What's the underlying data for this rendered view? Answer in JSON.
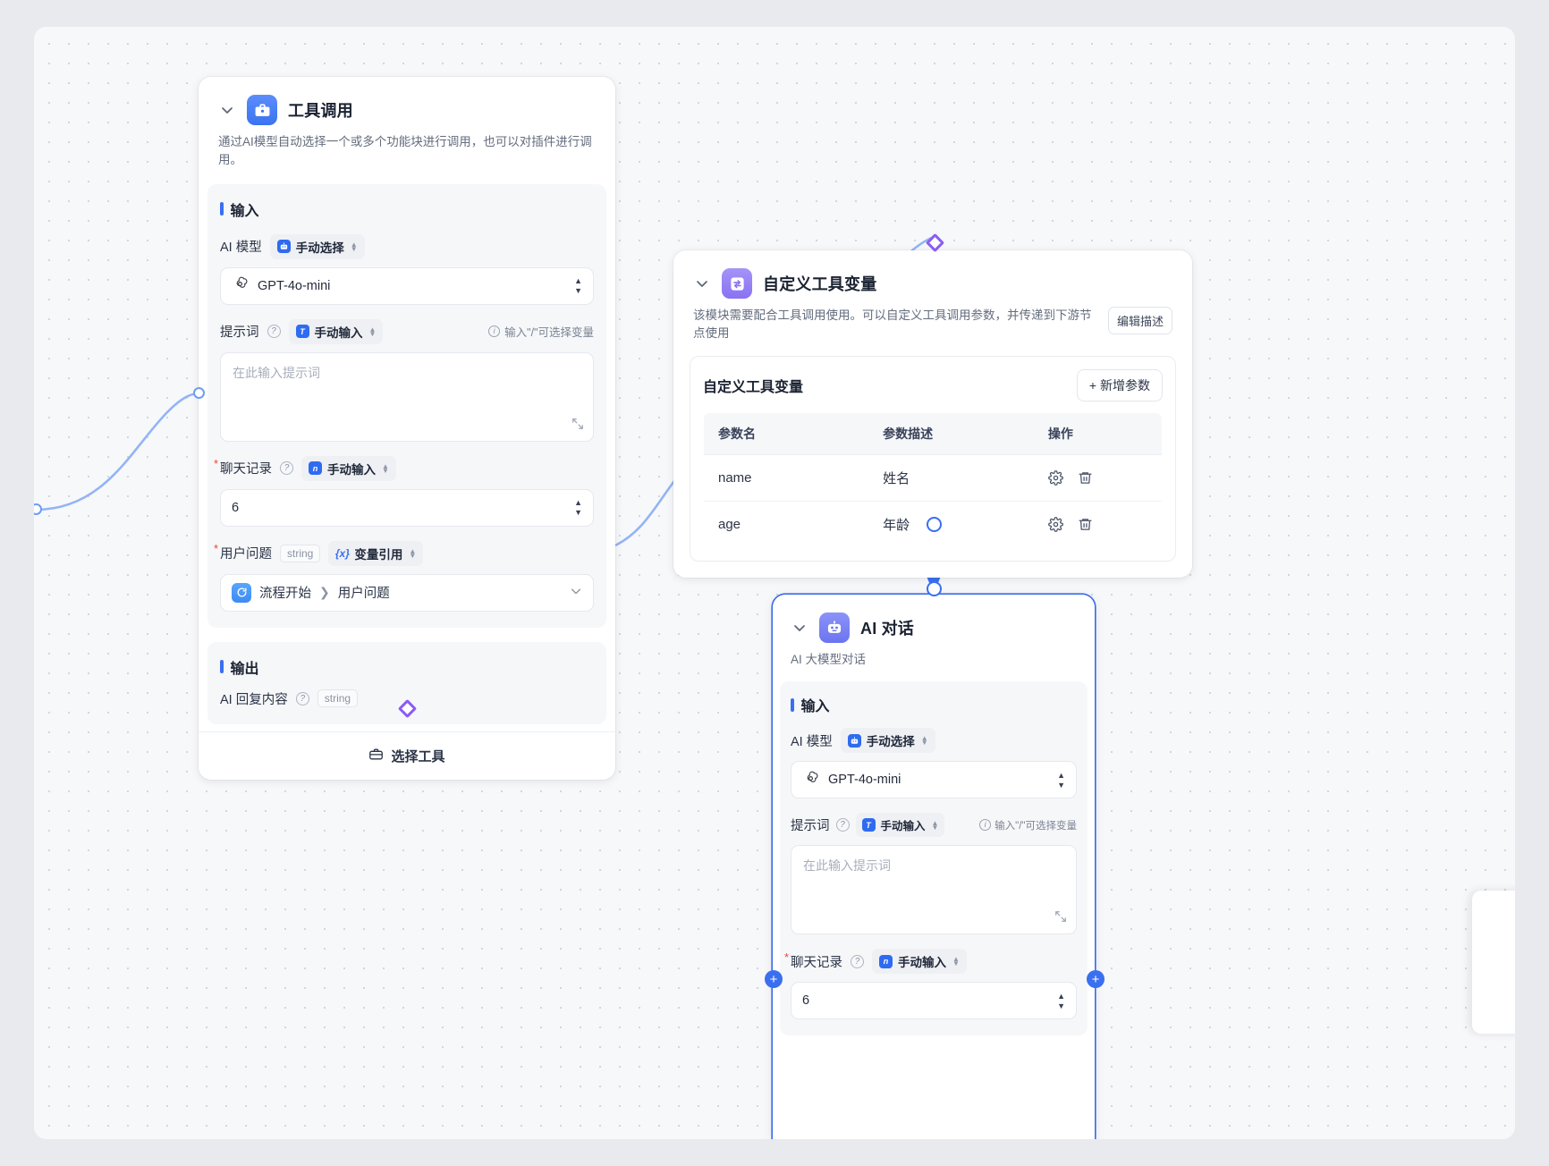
{
  "canvas": {
    "background": "#f7f8fa",
    "dot_color": "#d3d6dd"
  },
  "nodes": {
    "tool_call": {
      "title": "工具调用",
      "icon": "toolbox-icon",
      "description": "通过AI模型自动选择一个或多个功能块进行调用，也可以对插件进行调用。",
      "input_section": "输入",
      "output_section": "输出",
      "fields": {
        "model_label": "AI 模型",
        "model_mode": "手动选择",
        "model_value": "GPT-4o-mini",
        "prompt_label": "提示词",
        "prompt_mode": "手动输入",
        "prompt_hint": "输入\"/\"可选择变量",
        "prompt_placeholder": "在此输入提示词",
        "history_label": "聊天记录",
        "history_mode": "手动输入",
        "history_value": "6",
        "question_label": "用户问题",
        "question_type": "string",
        "question_mode": "变量引用",
        "question_ref_node": "流程开始",
        "question_ref_field": "用户问题",
        "output_label": "AI 回复内容",
        "output_type": "string"
      },
      "footer_button": "选择工具"
    },
    "custom_tool_var": {
      "title": "自定义工具变量",
      "icon": "swap-arrows-icon",
      "description": "该模块需要配合工具调用使用。可以自定义工具调用参数，并传递到下游节点使用",
      "edit_desc_button": "编辑描述",
      "panel_title": "自定义工具变量",
      "add_button": "+ 新增参数",
      "table": {
        "columns": [
          "参数名",
          "参数描述",
          "操作"
        ],
        "rows": [
          {
            "name": "name",
            "desc": "姓名",
            "actions": [
              "gear-icon",
              "trash-icon"
            ]
          },
          {
            "name": "age",
            "desc": "年龄",
            "actions": [
              "gear-icon",
              "trash-icon"
            ]
          }
        ]
      }
    },
    "ai_chat": {
      "title": "AI 对话",
      "icon": "robot-icon",
      "description": "AI 大模型对话",
      "input_section": "输入",
      "fields": {
        "model_label": "AI 模型",
        "model_mode": "手动选择",
        "model_value": "GPT-4o-mini",
        "prompt_label": "提示词",
        "prompt_mode": "手动输入",
        "prompt_hint": "输入\"/\"可选择变量",
        "prompt_placeholder": "在此输入提示词",
        "history_label": "聊天记录",
        "history_mode": "手动输入",
        "history_value": "6"
      }
    }
  },
  "colors": {
    "accent": "#3a6ff0",
    "edge": "#93b4f5",
    "diamond": "#8b5cf6",
    "required": "#f04438"
  }
}
